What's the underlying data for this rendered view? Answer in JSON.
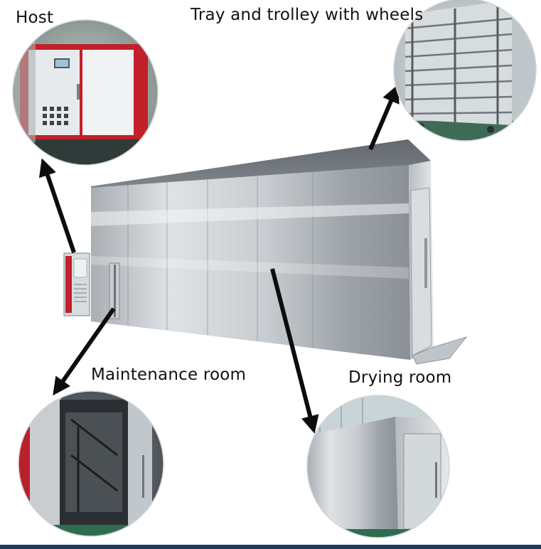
{
  "labels": {
    "host": "Host",
    "tray": "Tray and trolley with wheels",
    "maintenance": "Maintenance room",
    "drying": "Drying room"
  },
  "colors": {
    "steel_light": "#e4e7ea",
    "steel_mid": "#b9bec3",
    "steel_dark": "#7f868c",
    "host_red": "#c2202a",
    "arrow": "#0d0d0d",
    "floor_green": "#2f6b4f"
  }
}
